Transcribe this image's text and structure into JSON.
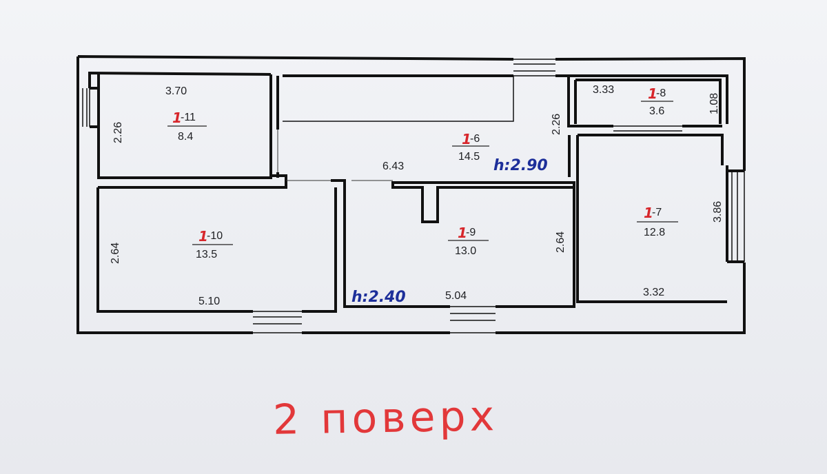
{
  "rooms": [
    {
      "id": "1-11",
      "prefix": "1",
      "suffix": "-11",
      "area": "8.4",
      "width": "3.70",
      "depth": "2.26"
    },
    {
      "id": "1-10",
      "prefix": "1",
      "suffix": "-10",
      "area": "13.5",
      "width": "5.10",
      "depth": "2.64"
    },
    {
      "id": "1-6",
      "prefix": "1",
      "suffix": "-6",
      "area": "14.5",
      "width": "6.43",
      "depth": "2.26"
    },
    {
      "id": "1-9",
      "prefix": "1",
      "suffix": "-9",
      "area": "13.0",
      "width": "5.04",
      "depth": "2.64"
    },
    {
      "id": "1-8",
      "prefix": "1",
      "suffix": "-8",
      "area": "3.6",
      "width": "3.33",
      "depth": "1.08"
    },
    {
      "id": "1-7",
      "prefix": "1",
      "suffix": "-7",
      "area": "12.8",
      "width": "3.32",
      "depth": "3.86"
    }
  ],
  "heights": {
    "upper": "h:2.90",
    "lower": "h:2.40"
  },
  "caption": "2 поверх",
  "colors": {
    "wall": "#111111",
    "red_annotation": "#d7262b",
    "blue_annotation": "#1d2f9a"
  }
}
